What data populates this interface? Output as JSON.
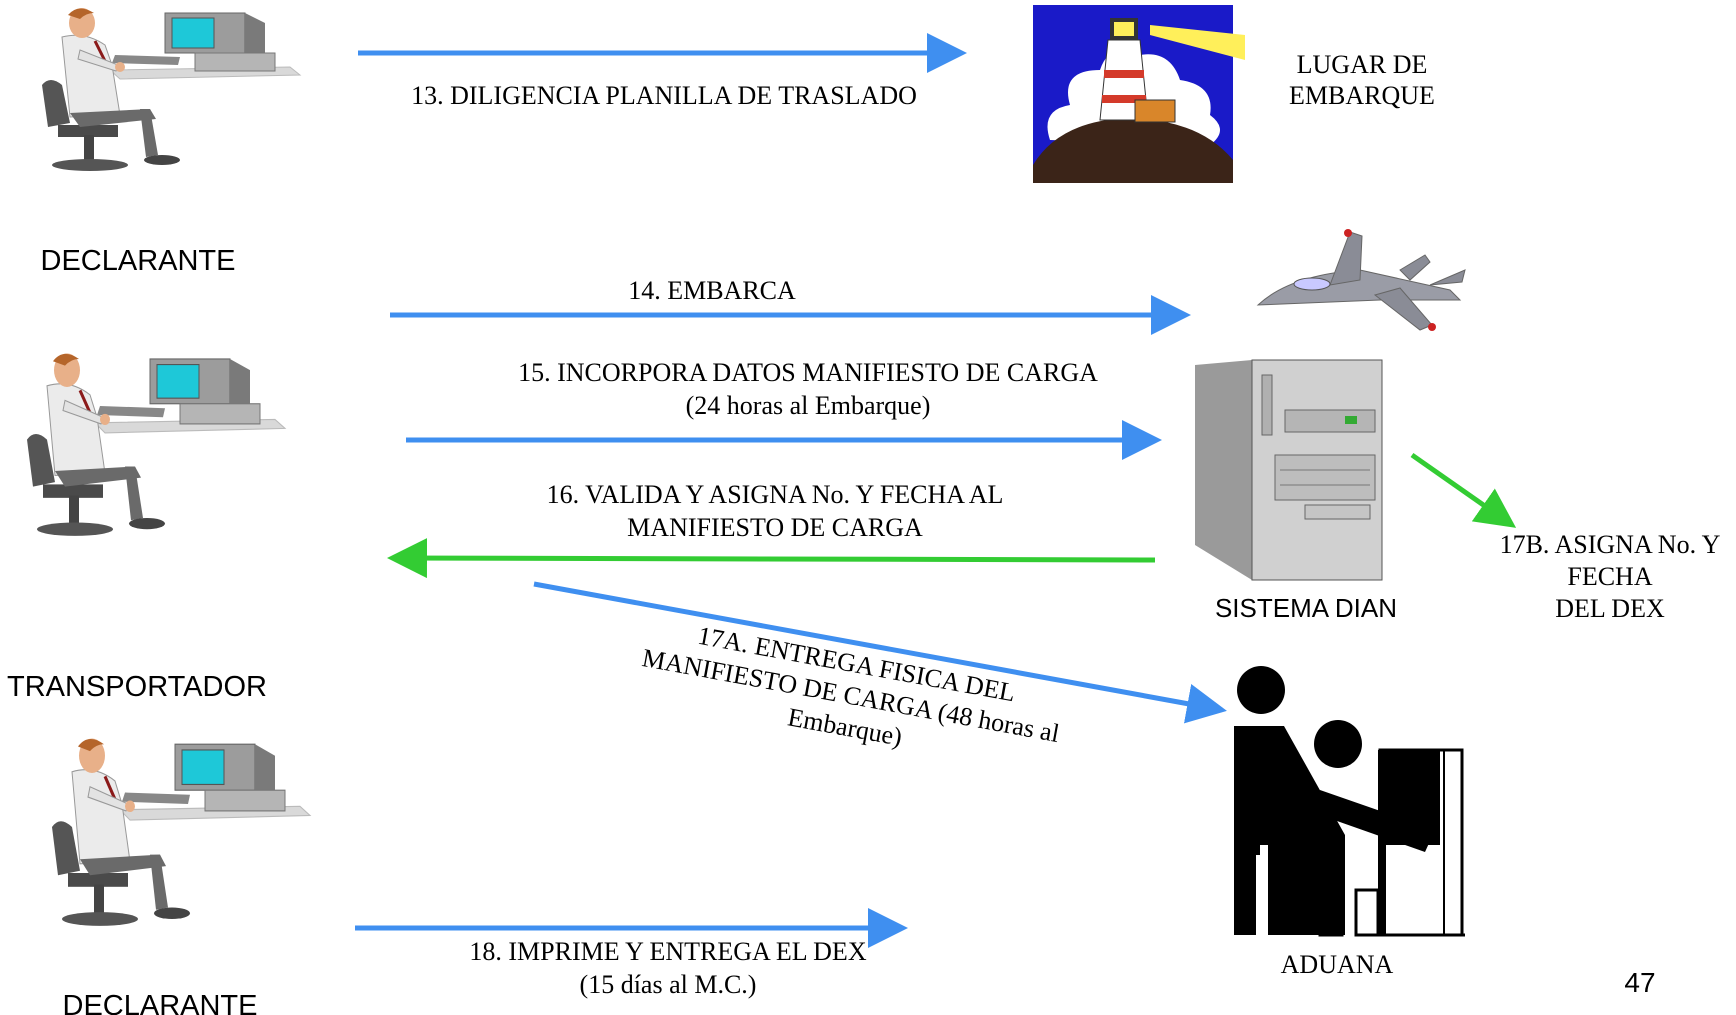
{
  "actors": {
    "declarante_top": "DECLARANTE",
    "transportador": "TRANSPORTADOR",
    "declarante_bottom": "DECLARANTE",
    "lugar_line1": "LUGAR DE",
    "lugar_line2": "EMBARQUE",
    "sistema": "SISTEMA DIAN",
    "aduana": "ADUANA"
  },
  "steps": {
    "s13": "13. DILIGENCIA PLANILLA DE TRASLADO",
    "s14": "14. EMBARCA",
    "s15_line1": "15. INCORPORA DATOS MANIFIESTO DE CARGA",
    "s15_line2": "(24 horas al Embarque)",
    "s16_line1": "16. VALIDA Y ASIGNA No. Y FECHA AL",
    "s16_line2": "MANIFIESTO DE CARGA",
    "s17a_line1": "17A. ENTREGA FISICA DEL",
    "s17a_line2": "MANIFIESTO DE CARGA   (48 horas al",
    "s17a_line3": "Embarque)",
    "s17b_line1": "17B. ASIGNA No. Y",
    "s17b_line2": "FECHA",
    "s17b_line3": "DEL DEX",
    "s18_line1": "18. IMPRIME  Y ENTREGA  EL DEX",
    "s18_line2": "(15 días al M.C.)"
  },
  "page_number": "47",
  "colors": {
    "blue_arrow": "#3f8ff0",
    "green_arrow": "#33cc33"
  },
  "icons": [
    "person-at-computer-icon",
    "lighthouse-icon",
    "jet-plane-icon",
    "server-tower-icon",
    "customs-officers-icon"
  ]
}
